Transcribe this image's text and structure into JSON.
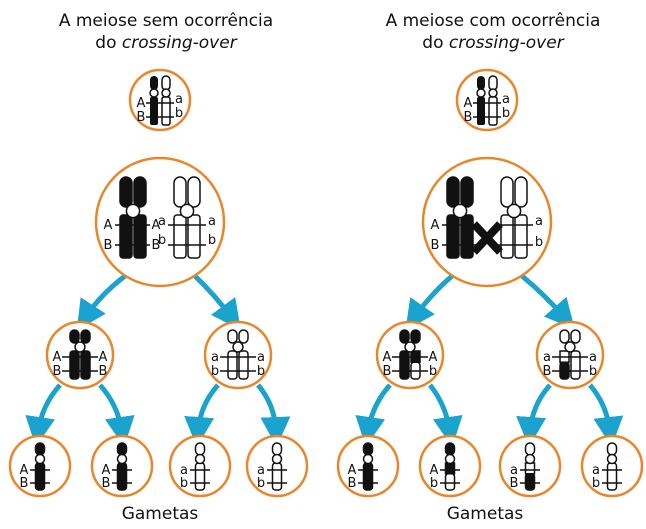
{
  "titles": {
    "left_line1": "A meiose sem ocorrência",
    "left_line2_prefix": "do ",
    "left_line2_italic": "crossing-over",
    "right_line1": "A meiose com ocorrência",
    "right_line2_prefix": "do ",
    "right_line2_italic": "crossing-over"
  },
  "footers": {
    "left": "Gametas",
    "right": "Gametas"
  },
  "alleles": {
    "A": "A",
    "B": "B",
    "a": "a",
    "b": "b"
  },
  "colors": {
    "circle_outline": "#E8862C",
    "arrow": "#1AA3CF",
    "chromosome_dark": "#111111"
  }
}
